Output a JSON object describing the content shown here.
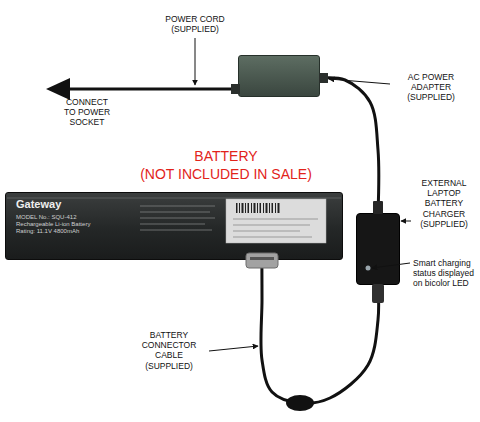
{
  "diagram": {
    "nodes": [
      {
        "text": [
          "AC POWER ADAPTER (SUPPLIED)"
        ]
      },
      {
        "text": [
          "EXTERNAL LAPTOP BATTERY CHARGER (SUPPLIED)",
          "Smart charging status displayed on bicolor LED"
        ]
      },
      {
        "text": [
          "BATTERY",
          "(NOT INCLUDED IN SALE)"
        ]
      }
    ],
    "edges": [
      {
        "from": 0,
        "to": 1,
        "arrow": "none"
      },
      {
        "from": 1,
        "to": 2,
        "label": "BATTERY CONNECTOR CABLE (SUPPLIED)",
        "arrow": "none"
      }
    ],
    "labels": [
      "POWER CORD (SUPPLIED)",
      "CONNECT TO POWER SOCKET",
      "Gateway",
      "MODEL No.: SQU-412",
      "Rechargeable Li-ion Battery",
      "Rating: 11.1V 4800mAh"
    ]
  }
}
